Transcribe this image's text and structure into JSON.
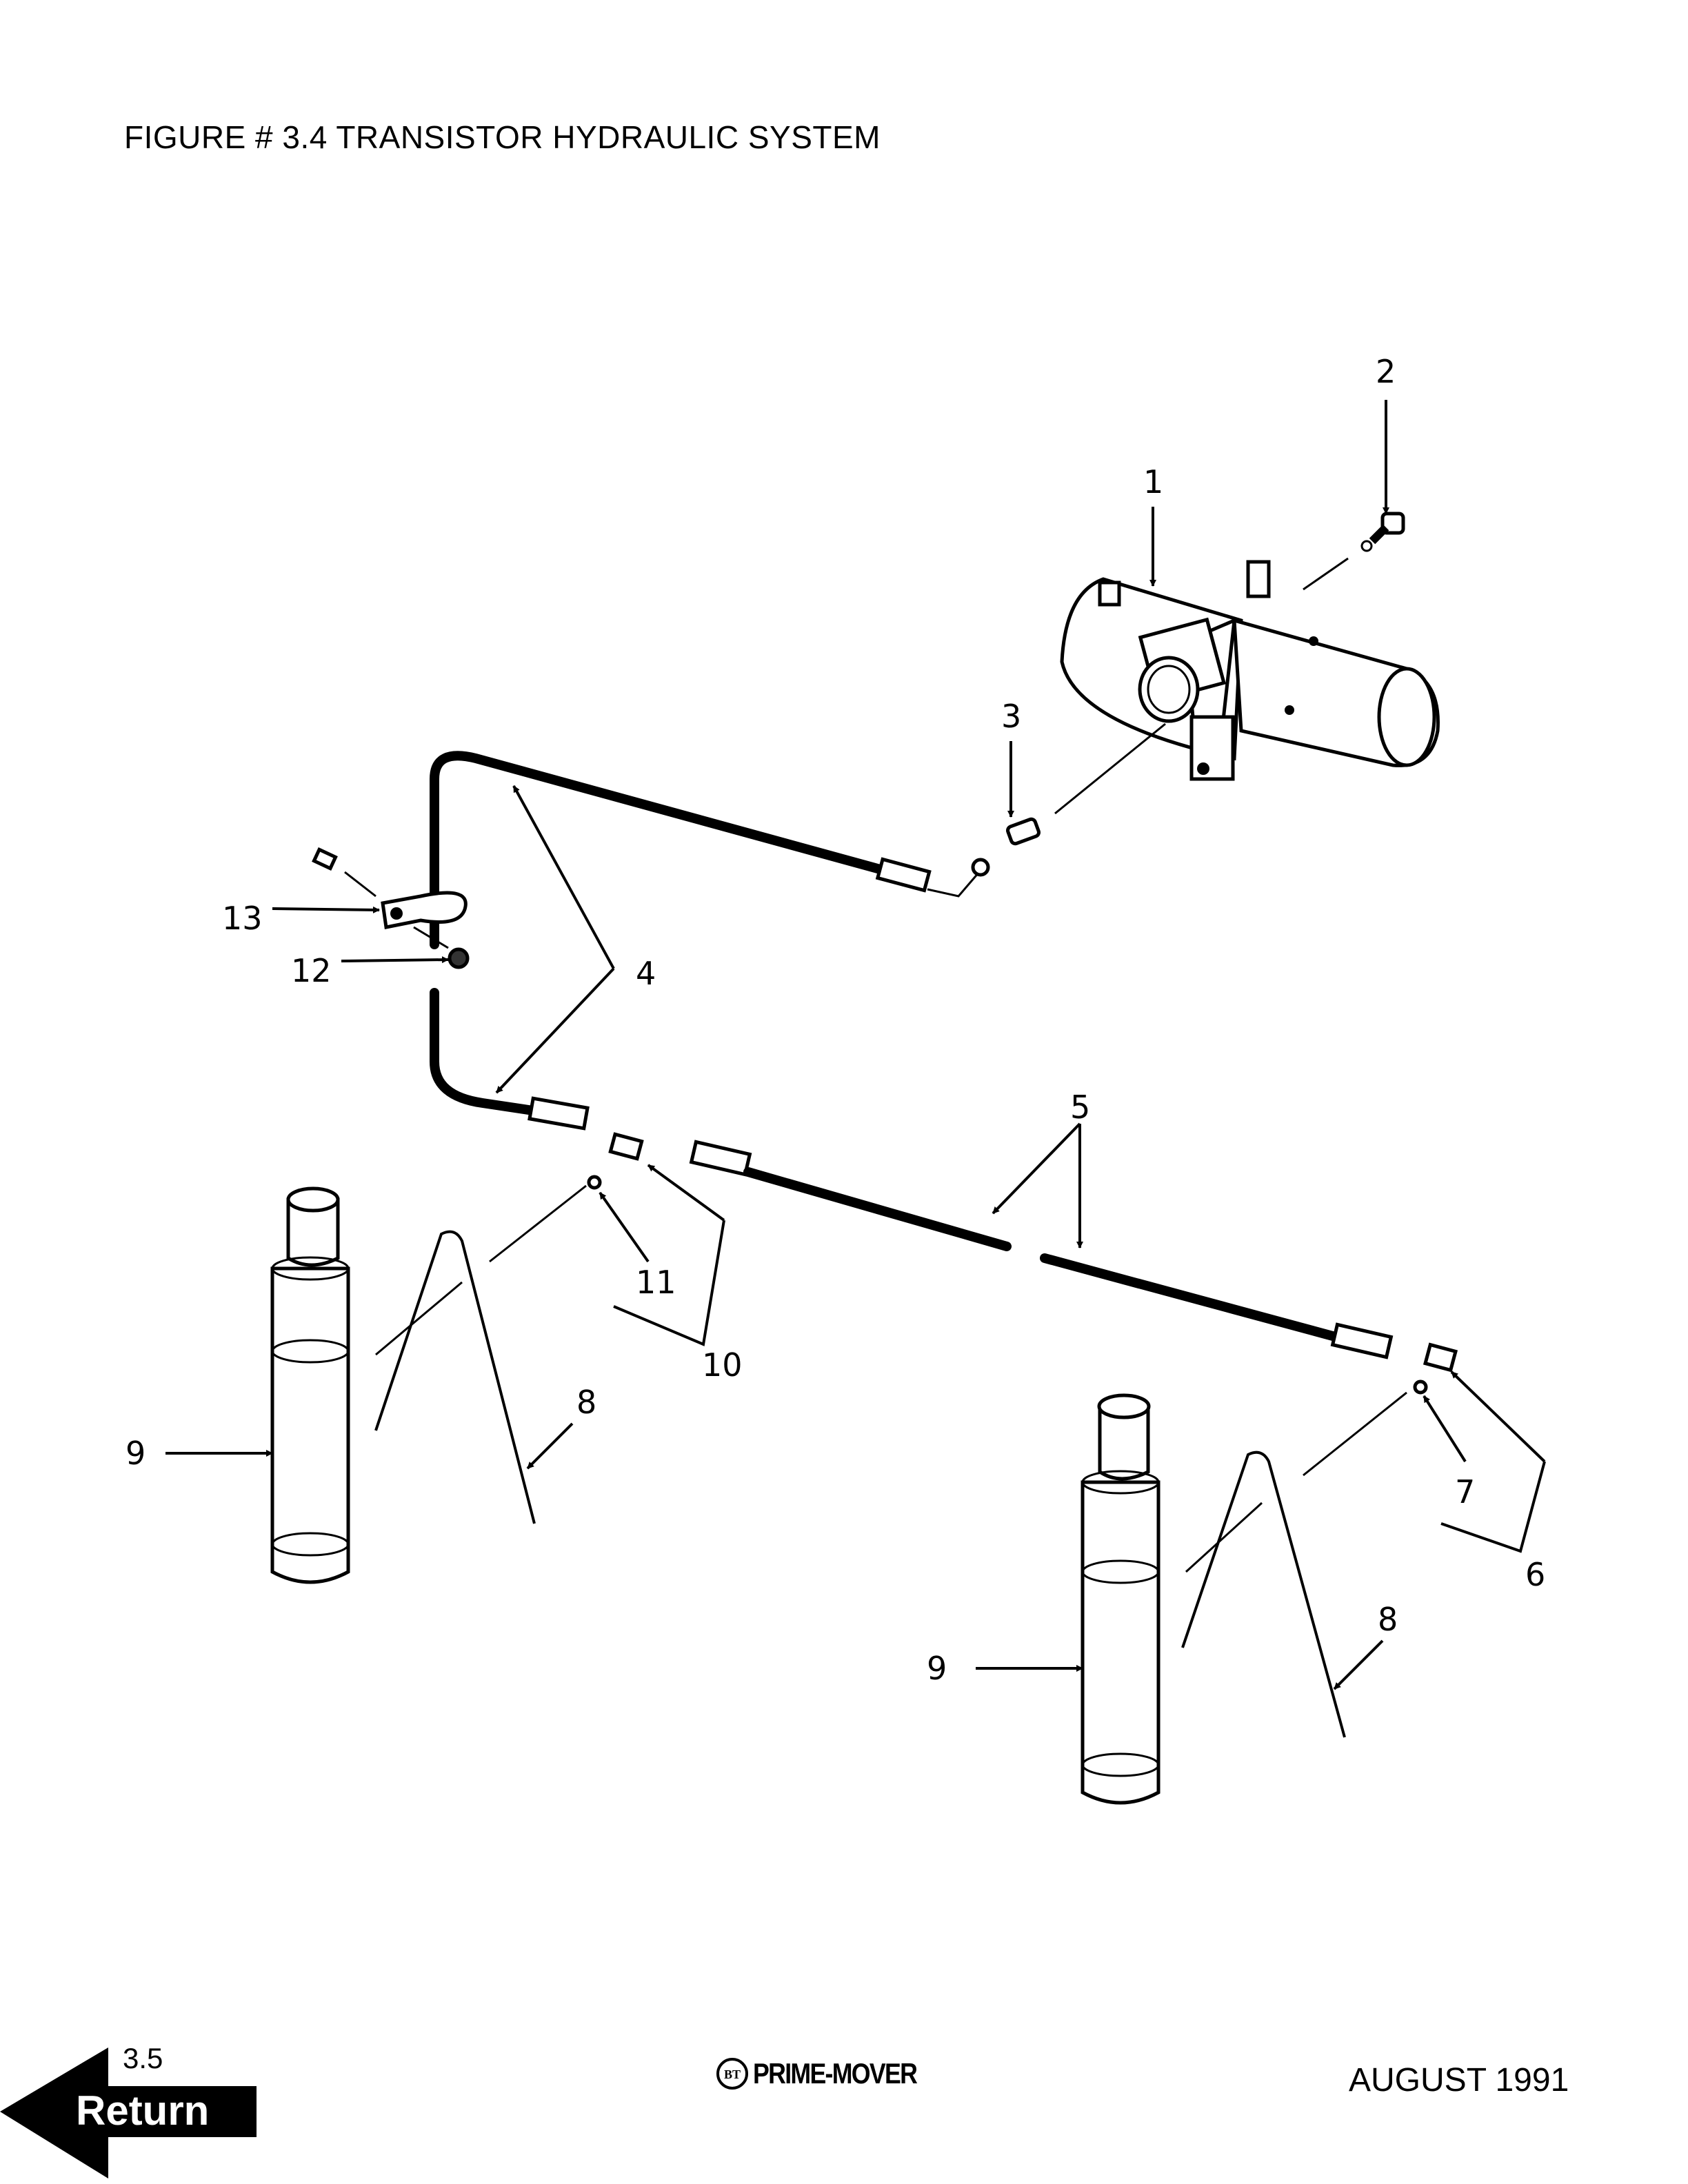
{
  "header": {
    "title": "FIGURE # 3.4  TRANSISTOR HYDRAULIC SYSTEM"
  },
  "callouts": {
    "c1": "1",
    "c2": "2",
    "c3": "3",
    "c4": "4",
    "c5": "5",
    "c6": "6",
    "c7": "7",
    "c8a": "8",
    "c8b": "8",
    "c9a": "9",
    "c9b": "9",
    "c10": "10",
    "c11": "11",
    "c12": "12",
    "c13": "13"
  },
  "footer": {
    "page_number": "3.5",
    "return_label": "Return",
    "logo": "PRIME-MOVER",
    "logo_badge": "BT",
    "date": "AUGUST 1991"
  }
}
